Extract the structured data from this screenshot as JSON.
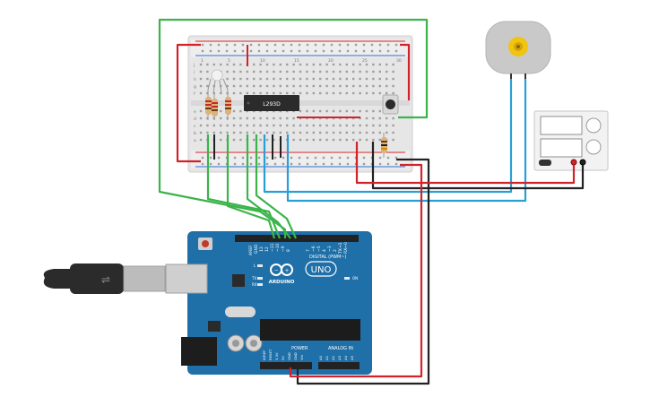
{
  "breadboard": {
    "chip_label": "L293D",
    "row_letters_top": [
      "j",
      "i",
      "h",
      "g",
      "f"
    ],
    "row_letters_bottom": [
      "e",
      "d",
      "c",
      "b",
      "a"
    ],
    "column_numbers": [
      "1",
      "5",
      "10",
      "15",
      "20",
      "25",
      "30"
    ]
  },
  "arduino": {
    "brand": "ARDUINO",
    "model": "UNO",
    "digital_label": "DIGITAL (PWM~)",
    "power_label": "POWER",
    "analog_label": "ANALOG IN",
    "on_label": "ON",
    "tx_label": "TX",
    "rx_label": "RX",
    "l_label": "L",
    "aref_label": "AREF",
    "gnd_label": "GND",
    "digital_pins": [
      "13",
      "12",
      "~11",
      "~10",
      "~9",
      "8",
      "7",
      "~6",
      "~5",
      "4",
      "~3",
      "2",
      "TX→1",
      "RX←0"
    ],
    "power_pins": [
      "IOREF",
      "RESET",
      "3.3V",
      "5V",
      "GND",
      "GND",
      "Vin"
    ],
    "analog_pins": [
      "A0",
      "A1",
      "A2",
      "A3",
      "A4",
      "A5"
    ]
  },
  "colors": {
    "wire_green": "#3bb44a",
    "wire_red": "#d2232a",
    "wire_black": "#222222",
    "wire_blue": "#2a9fd6",
    "board_blue": "#1f6fa8",
    "breadboard": "#e9e9e9"
  }
}
